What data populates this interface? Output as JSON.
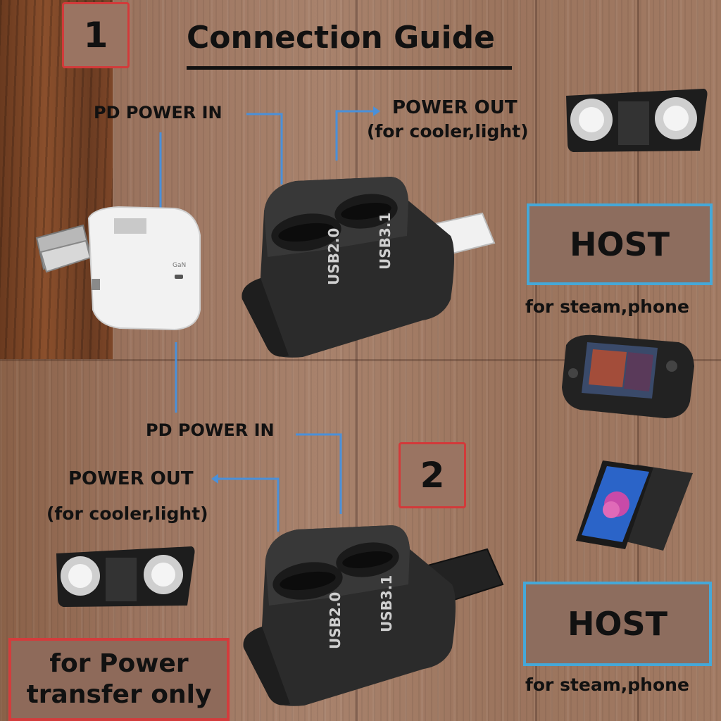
{
  "title": "Connection Guide",
  "step1": {
    "number": "1"
  },
  "step2": {
    "number": "2"
  },
  "top": {
    "pd_power_in": "PD POWER IN",
    "power_out": "POWER OUT",
    "power_out_note": "(for cooler,light)",
    "port_left": "USB2.0",
    "port_right": "USB3.1"
  },
  "bottom": {
    "pd_power_in": "PD POWER IN",
    "power_out": "POWER OUT",
    "power_out_note": "(for cooler,light)",
    "port_left": "USB2.0",
    "port_right": "USB3.1"
  },
  "host_top": {
    "label": "HOST",
    "caption": "for steam,phone"
  },
  "host_bottom": {
    "label": "HOST",
    "caption": "for steam,phone"
  },
  "charger": {
    "brand": "GaN"
  },
  "note": {
    "line1": "for Power",
    "line2": "transfer only"
  },
  "colors": {
    "arrow": "#4a90d9",
    "host_border": "#45a8d8",
    "note_border": "#d33c3c"
  }
}
